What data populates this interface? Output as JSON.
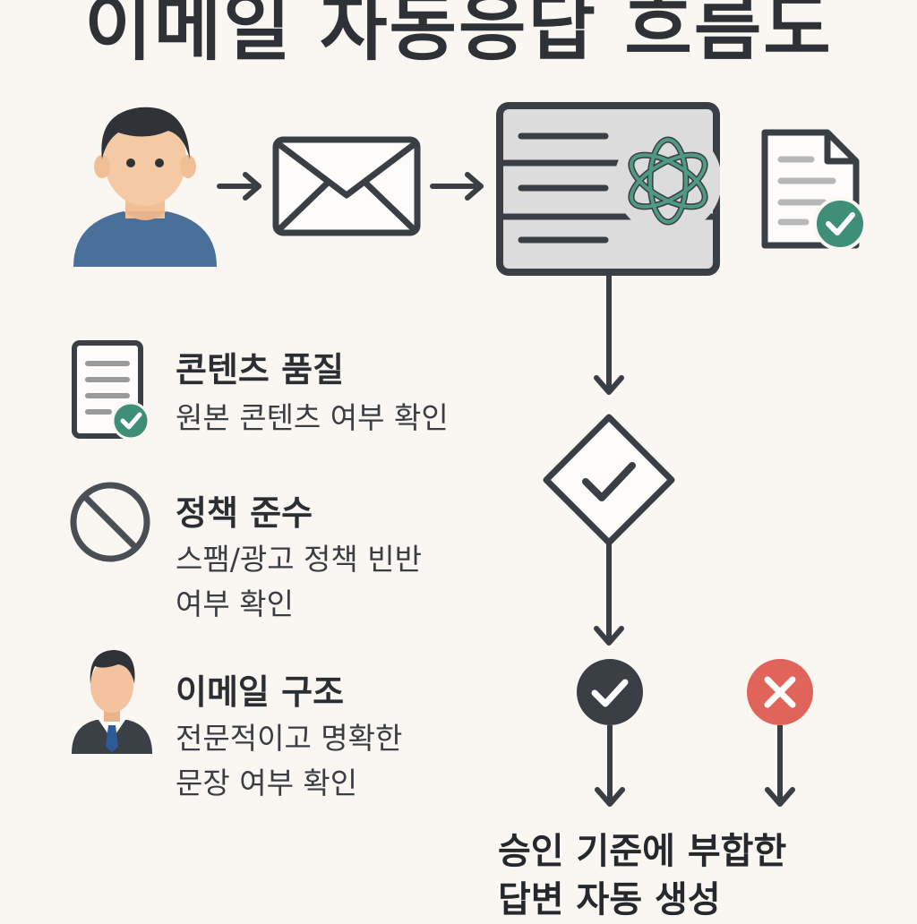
{
  "title": "이메일 자동응답 흐름도",
  "criteria": [
    {
      "title": "콘텐츠 품질",
      "description": [
        "원본 콘텐츠 여부 확인"
      ],
      "icon": "checked-document-icon"
    },
    {
      "title": "정책 준수",
      "description": [
        "스팸/광고 정책 빈반",
        "여부 확인"
      ],
      "icon": "prohibited-icon"
    },
    {
      "title": "이메일 구조",
      "description": [
        "전문적이고 명확한",
        "문장 여부 확인"
      ],
      "icon": "businessman-icon"
    }
  ],
  "flow_icons": [
    "person-icon",
    "envelope-icon",
    "server-with-ai-logo-icon",
    "approved-document-icon",
    "decision-diamond-icon",
    "approved-check-icon",
    "rejected-x-icon"
  ],
  "result": {
    "lines": [
      "승인 기준에 부합한",
      "답변 자동 생성"
    ]
  },
  "colors": {
    "background": "#faf7f2",
    "dark": "#3a3f45",
    "green": "#3f8f78",
    "red": "#e0645a",
    "person_shirt": "#4a6f98",
    "skin": "#f5c9a4"
  }
}
